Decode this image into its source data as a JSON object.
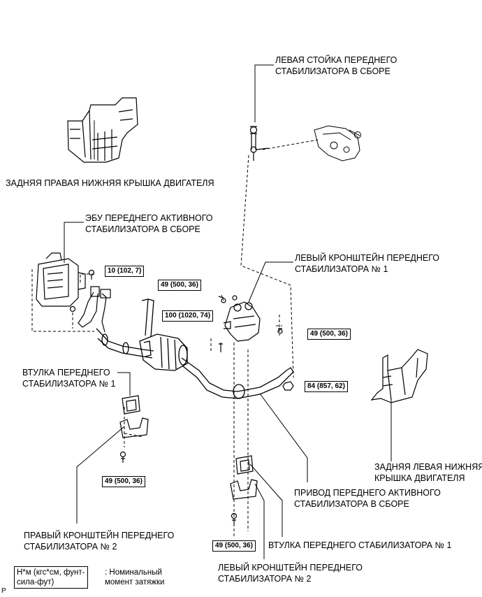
{
  "labels": {
    "left_link": [
      "ЛЕВАЯ СТОЙКА ПЕРЕДНЕГО",
      "СТАБИЛИЗАТОРА В СБОРЕ"
    ],
    "rear_right_cover": "ЗАДНЯЯ ПРАВАЯ НИЖНЯЯ КРЫШКА ДВИГАТЕЛЯ",
    "ecu": [
      "ЭБУ ПЕРЕДНЕГО АКТИВНОГО",
      "СТАБИЛИЗАТОРА В СБОРЕ"
    ],
    "left_bracket_1": [
      "ЛЕВЫЙ КРОНШТЕЙН ПЕРЕДНЕГО",
      "СТАБИЛИЗАТОРА № 1"
    ],
    "bushing_left": [
      "ВТУЛКА ПЕРЕДНЕГО",
      "СТАБИЛИЗАТОРА № 1"
    ],
    "rear_left_cover": [
      "ЗАДНЯЯ ЛЕВАЯ НИЖНЯЯ",
      "КРЫШКА ДВИГАТЕЛЯ"
    ],
    "actuator": [
      "ПРИВОД ПЕРЕДНЕГО АКТИВНОГО",
      "СТАБИЛИЗАТОРА В СБОРЕ"
    ],
    "right_bracket_2": [
      "ПРАВЫЙ КРОНШТЕЙН ПЕРЕДНЕГО",
      "СТАБИЛИЗАТОРА № 2"
    ],
    "bushing_right": "ВТУЛКА ПЕРЕДНЕГО СТАБИЛИЗАТОРА № 1",
    "left_bracket_2": [
      "ЛЕВЫЙ КРОНШТЕЙН ПЕРЕДНЕГО",
      "СТАБИЛИЗАТОРА № 2"
    ]
  },
  "torques": {
    "t_ecu": "10 (102, 7)",
    "t_bracket_top": "49 (500, 36)",
    "t_bracket_main": "100 (1020, 74)",
    "t_bracket_right": "49 (500, 36)",
    "t_link_nut": "84 (857, 62)",
    "t_right_bracket2": "49 (500, 36)",
    "t_left_bracket2": "49 (500, 36)"
  },
  "legend": {
    "unit_box": [
      "Н*м (кгс*см, фунт-",
      "сила-фут)"
    ],
    "description": [
      ": Номинальный",
      "момент затяжки"
    ]
  },
  "corner_mark": "P"
}
